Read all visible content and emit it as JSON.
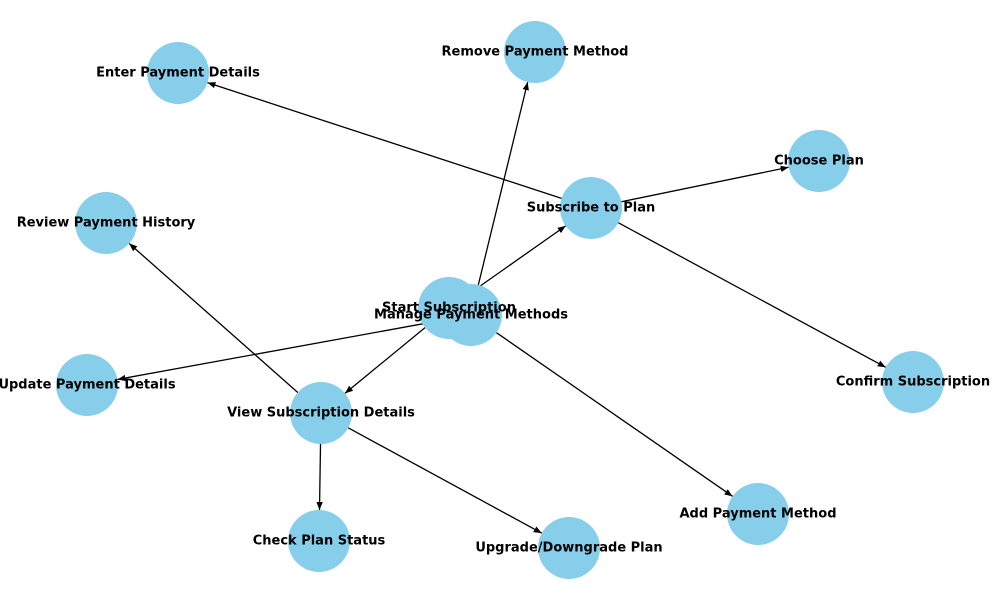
{
  "diagram": {
    "node_color": "#87CEEB",
    "edge_color": "#000000",
    "nodes": [
      {
        "id": "start",
        "label": "Start Subscription"
      },
      {
        "id": "manage",
        "label": "Manage Payment Methods"
      },
      {
        "id": "subscribe",
        "label": "Subscribe to Plan"
      },
      {
        "id": "view",
        "label": "View Subscription Details"
      },
      {
        "id": "enter",
        "label": "Enter Payment Details"
      },
      {
        "id": "remove",
        "label": "Remove Payment Method"
      },
      {
        "id": "choose",
        "label": "Choose Plan"
      },
      {
        "id": "review",
        "label": "Review Payment History"
      },
      {
        "id": "update",
        "label": "Update Payment Details"
      },
      {
        "id": "confirm",
        "label": "Confirm Subscription"
      },
      {
        "id": "add",
        "label": "Add Payment Method"
      },
      {
        "id": "check",
        "label": "Check Plan Status"
      },
      {
        "id": "upgrade",
        "label": "Upgrade/Downgrade Plan"
      }
    ],
    "edges": [
      {
        "from": "start",
        "to": "subscribe"
      },
      {
        "from": "start",
        "to": "view"
      },
      {
        "from": "subscribe",
        "to": "enter"
      },
      {
        "from": "subscribe",
        "to": "choose"
      },
      {
        "from": "subscribe",
        "to": "confirm"
      },
      {
        "from": "manage",
        "to": "remove"
      },
      {
        "from": "manage",
        "to": "update"
      },
      {
        "from": "manage",
        "to": "add"
      },
      {
        "from": "view",
        "to": "review"
      },
      {
        "from": "view",
        "to": "check"
      },
      {
        "from": "view",
        "to": "upgrade"
      }
    ]
  }
}
